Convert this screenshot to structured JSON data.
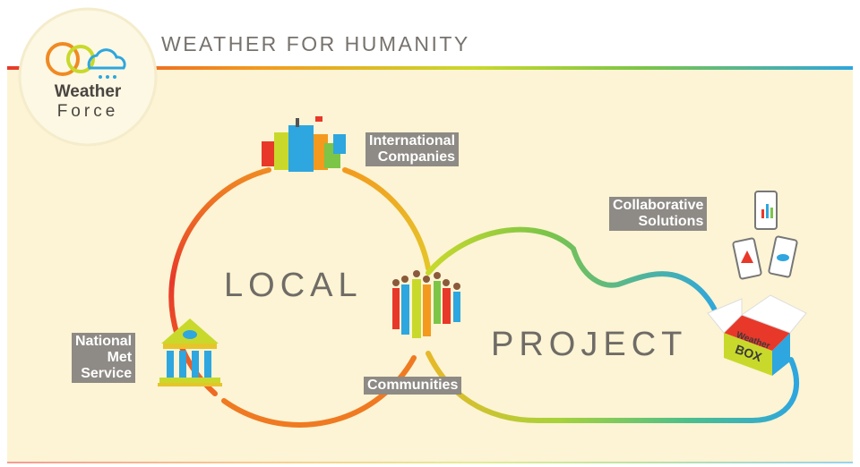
{
  "header": {
    "title": "WEATHER FOR HUMANITY",
    "logo": {
      "line1": "Weather",
      "line2": "Force",
      "icon": "sun-cloud-rain-logo"
    }
  },
  "diagram": {
    "circle_label": "LOCAL",
    "cloud_label": "PROJECT",
    "nodes": {
      "international_companies": {
        "line1": "International",
        "line2": "Companies",
        "icon": "city-buildings-icon"
      },
      "national_met_service": {
        "line1": "National",
        "line2": "Met",
        "line3": "Service",
        "icon": "government-building-icon"
      },
      "communities": {
        "label": "Communities",
        "icon": "crowd-icon"
      },
      "collaborative_solutions": {
        "line1": "Collaborative",
        "line2": "Solutions",
        "icon": "smartphones-icon"
      },
      "weather_box": {
        "line1": "Weather",
        "line2": "BOX",
        "icon": "weather-box-icon"
      }
    }
  },
  "colors": {
    "background": "#fcf4d4",
    "red": "#e8382a",
    "orange": "#f39a1e",
    "yellow": "#c9d92b",
    "green": "#7cc547",
    "blue": "#2ea6df",
    "label_bg": "#8e8a85"
  }
}
